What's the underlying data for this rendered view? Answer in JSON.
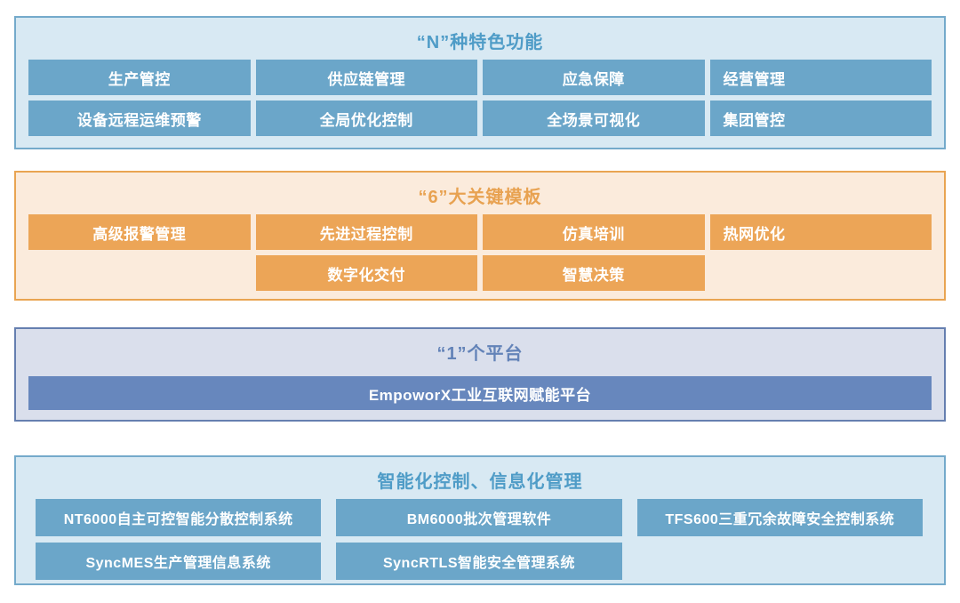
{
  "sections": {
    "features": {
      "title": "“N”种特色功能",
      "row1": [
        "生产管控",
        "供应链管理",
        "应急保障",
        "经营管理"
      ],
      "row2": [
        "设备远程运维预警",
        "全局优化控制",
        "全场景可视化",
        "集团管控"
      ]
    },
    "templates": {
      "title": "“6”大关键模板",
      "row1": [
        "高级报警管理",
        "先进过程控制",
        "仿真培训",
        "热网优化"
      ],
      "row2": [
        "数字化交付",
        "智慧决策"
      ]
    },
    "platform": {
      "title": "“1”个平台",
      "bar_label": "EmpoworX工业互联网赋能平台"
    },
    "systems": {
      "title": "智能化控制、信息化管理",
      "row1": [
        "NT6000自主可控智能分散控制系统",
        "BM6000批次管理软件",
        "TFS600三重冗余故障安全控制系统"
      ],
      "row2": [
        "SyncMES生产管理信息系统",
        "SyncRTLS智能安全管理系统"
      ]
    }
  },
  "colors": {
    "blue_box": "#6BA6C9",
    "blue_bg": "#D8E9F3",
    "blue_border": "#74AACB",
    "blue_title": "#4F9CC7",
    "orange_box": "#ECA557",
    "orange_bg": "#FBEBDC",
    "orange_border": "#E9A452",
    "orange_title": "#E8A251",
    "slate_bar": "#6787BD",
    "slate_bg": "#DADFEC",
    "slate_border": "#657FB0",
    "slate_title": "#6383B8",
    "box_text": "#FFFFFF"
  }
}
